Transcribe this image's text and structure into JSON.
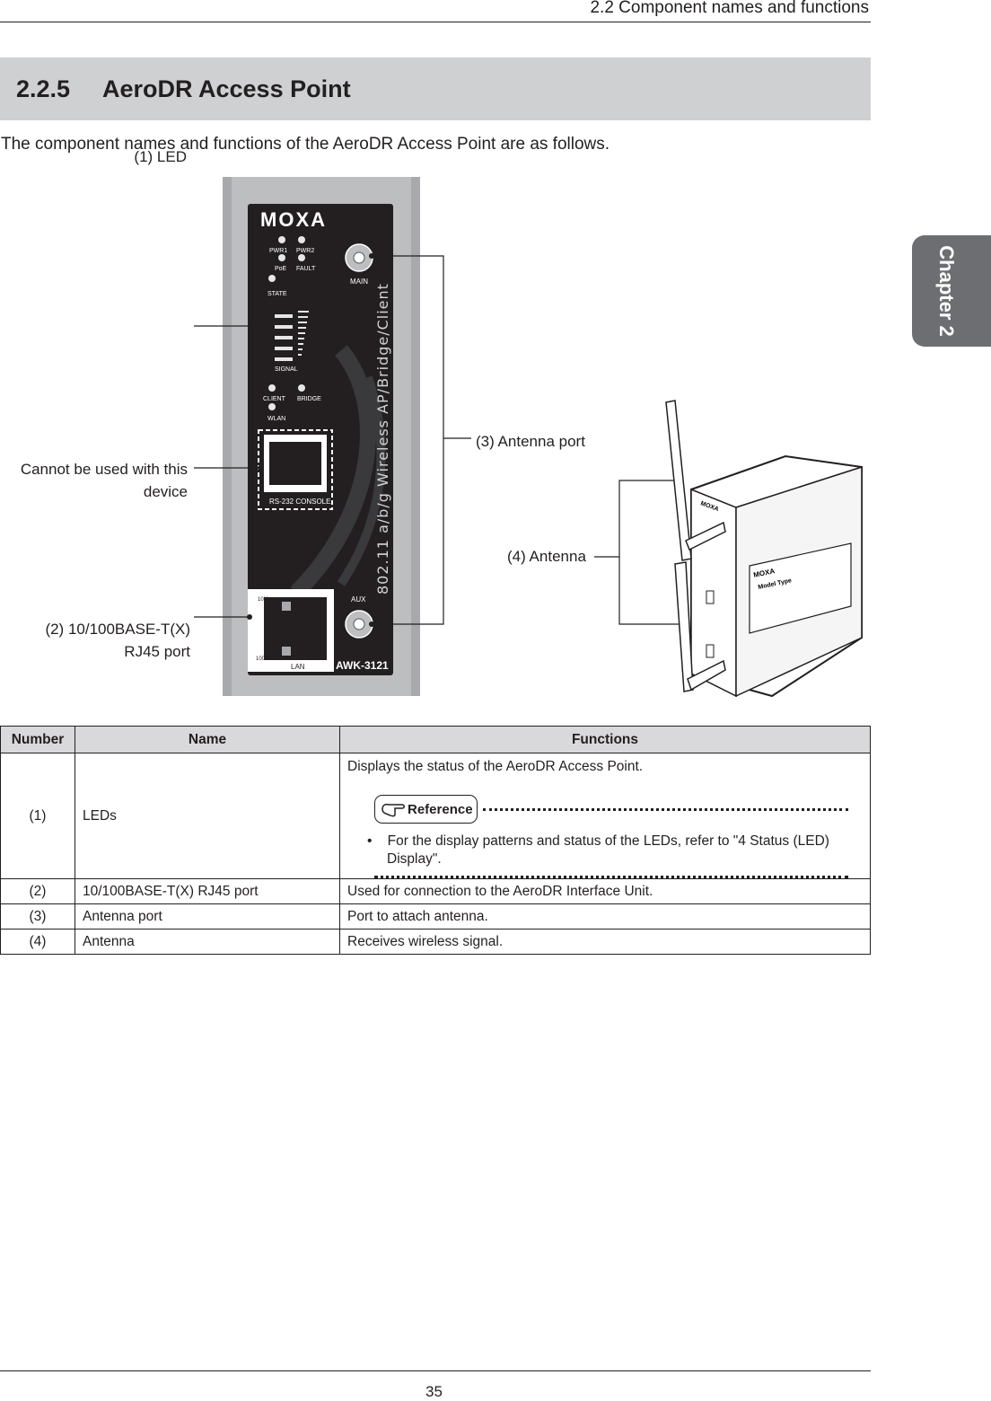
{
  "header": {
    "section": "2.2   Component names and functions"
  },
  "chapter_tab": "Chapter 2",
  "section": {
    "number": "2.2.5",
    "title": "AeroDR Access Point"
  },
  "intro": "The component names and functions of the AeroDR Access Point are as follows.",
  "figure": {
    "device_brand": "MOXA",
    "model": "AWK-3121",
    "vertical_text": "802.11 a/b/g Wireless  AP/Bridge/Client",
    "led_labels": [
      "PWR1",
      "PWR2",
      "PoE",
      "FAULT",
      "STATE",
      "SIGNAL",
      "CLIENT",
      "BRIDGE",
      "WLAN"
    ],
    "port_labels": {
      "main": "MAIN",
      "aux": "AUX",
      "console": "RS-232 CONSOLE",
      "lan": "LAN",
      "speed10": "10M",
      "speed100": "100M"
    },
    "side_label": "Model Type",
    "callouts": {
      "led": "(1) LED",
      "console_1": "Cannot be used with this",
      "console_2": "device",
      "rj45_1": "(2) 10/100BASE-T(X)",
      "rj45_2": "RJ45 port",
      "antenna_port": "(3) Antenna port",
      "antenna": "(4) Antenna"
    }
  },
  "table": {
    "headers": [
      "Number",
      "Name",
      "Functions"
    ],
    "rows": [
      {
        "number": "(1)",
        "name": "LEDs",
        "function": "Displays the status of the AeroDR Access Point."
      },
      {
        "number": "(2)",
        "name": "10/100BASE-T(X) RJ45 port",
        "function": "Used for connection to the AeroDR Interface Unit."
      },
      {
        "number": "(3)",
        "name": "Antenna port",
        "function": "Port to attach antenna."
      },
      {
        "number": "(4)",
        "name": "Antenna",
        "function": "Receives wireless signal."
      }
    ],
    "reference_label": "Reference",
    "reference_bullet": "For the display patterns and status of the LEDs, refer to \"4 Status (LED) Display\"."
  },
  "page_number": "35"
}
